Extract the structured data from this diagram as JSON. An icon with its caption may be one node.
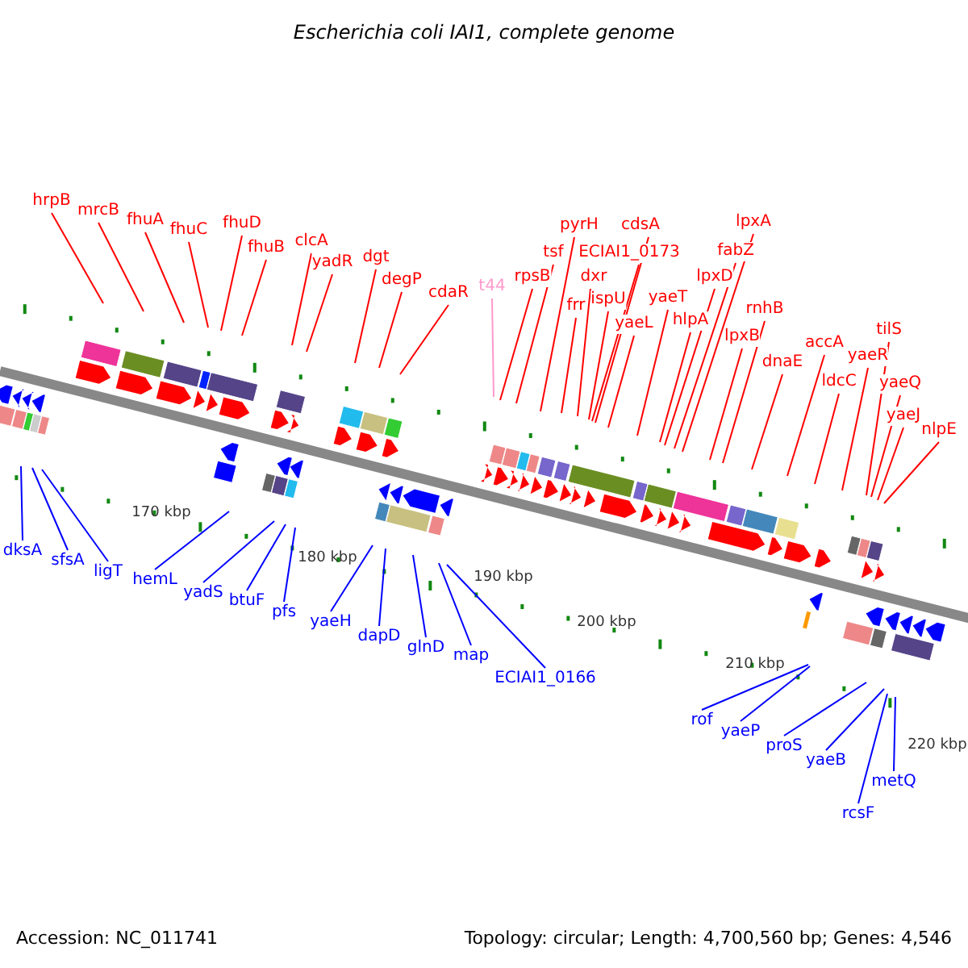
{
  "diagram": {
    "title": "Escherichia coli IAI1, complete genome",
    "nodes": [
      {
        "text": [
          "hrpB"
        ]
      },
      {
        "text": [
          "mrcB"
        ]
      },
      {
        "text": [
          "fhuA"
        ]
      },
      {
        "text": [
          "fhuC"
        ]
      },
      {
        "text": [
          "fhuD"
        ]
      },
      {
        "text": [
          "fhuB"
        ]
      },
      {
        "text": [
          "clcA"
        ]
      },
      {
        "text": [
          "yadR"
        ]
      },
      {
        "text": [
          "dgt"
        ]
      },
      {
        "text": [
          "degP"
        ]
      },
      {
        "text": [
          "cdaR"
        ]
      },
      {
        "text": [
          "t44"
        ]
      },
      {
        "text": [
          "rpsB"
        ]
      },
      {
        "text": [
          "tsf"
        ]
      },
      {
        "text": [
          "pyrH"
        ]
      },
      {
        "text": [
          "frr"
        ]
      },
      {
        "text": [
          "dxr"
        ]
      },
      {
        "text": [
          "ispU"
        ]
      },
      {
        "text": [
          "ECIAI1_0173"
        ]
      },
      {
        "text": [
          "cdsA"
        ]
      },
      {
        "text": [
          "yaeL"
        ]
      },
      {
        "text": [
          "yaeT"
        ]
      },
      {
        "text": [
          "hlpA"
        ]
      },
      {
        "text": [
          "lpxD"
        ]
      },
      {
        "text": [
          "fabZ"
        ]
      },
      {
        "text": [
          "lpxA"
        ]
      },
      {
        "text": [
          "lpxB"
        ]
      },
      {
        "text": [
          "rnhB"
        ]
      },
      {
        "text": [
          "dnaE"
        ]
      },
      {
        "text": [
          "accA"
        ]
      },
      {
        "text": [
          "ldcC"
        ]
      },
      {
        "text": [
          "yaeR"
        ]
      },
      {
        "text": [
          "tilS"
        ]
      },
      {
        "text": [
          "yaeQ"
        ]
      },
      {
        "text": [
          "yaeJ"
        ]
      },
      {
        "text": [
          "nlpE"
        ]
      },
      {
        "text": [
          "dksA"
        ]
      },
      {
        "text": [
          "sfsA"
        ]
      },
      {
        "text": [
          "ligT"
        ]
      },
      {
        "text": [
          "hemL"
        ]
      },
      {
        "text": [
          "yadS"
        ]
      },
      {
        "text": [
          "btuF"
        ]
      },
      {
        "text": [
          "pfs"
        ]
      },
      {
        "text": [
          "yaeH"
        ]
      },
      {
        "text": [
          "dapD"
        ]
      },
      {
        "text": [
          "glnD"
        ]
      },
      {
        "text": [
          "map"
        ]
      },
      {
        "text": [
          "ECIAI1_0166"
        ]
      },
      {
        "text": [
          "rof"
        ]
      },
      {
        "text": [
          "yaeP"
        ]
      },
      {
        "text": [
          "proS"
        ]
      },
      {
        "text": [
          "yaeB"
        ]
      },
      {
        "text": [
          "rcsF"
        ]
      },
      {
        "text": [
          "metQ"
        ]
      }
    ],
    "edges": [
      {
        "from": 0,
        "to": null,
        "arrow": "none"
      },
      {
        "from": 1,
        "to": null,
        "arrow": "none"
      },
      {
        "from": 2,
        "to": null,
        "arrow": "none"
      },
      {
        "from": 3,
        "to": null,
        "arrow": "none"
      },
      {
        "from": 4,
        "to": null,
        "arrow": "none"
      },
      {
        "from": 5,
        "to": null,
        "arrow": "none"
      },
      {
        "from": 6,
        "to": null,
        "arrow": "none"
      },
      {
        "from": 7,
        "to": null,
        "arrow": "none"
      },
      {
        "from": 8,
        "to": null,
        "arrow": "none"
      },
      {
        "from": 9,
        "to": null,
        "arrow": "none"
      },
      {
        "from": 10,
        "to": null,
        "arrow": "none"
      },
      {
        "from": 11,
        "to": null,
        "arrow": "none",
        "color": "#ff99cc"
      },
      {
        "from": 12,
        "to": null,
        "arrow": "none"
      },
      {
        "from": 13,
        "to": null,
        "arrow": "none"
      },
      {
        "from": 14,
        "to": null,
        "arrow": "none"
      },
      {
        "from": 15,
        "to": null,
        "arrow": "none"
      },
      {
        "from": 16,
        "to": null,
        "arrow": "none"
      },
      {
        "from": 17,
        "to": null,
        "arrow": "none"
      },
      {
        "from": 18,
        "to": null,
        "arrow": "none"
      },
      {
        "from": 19,
        "to": null,
        "arrow": "none"
      },
      {
        "from": 20,
        "to": null,
        "arrow": "none"
      },
      {
        "from": 21,
        "to": null,
        "arrow": "none"
      },
      {
        "from": 22,
        "to": null,
        "arrow": "none"
      },
      {
        "from": 23,
        "to": null,
        "arrow": "none"
      },
      {
        "from": 24,
        "to": null,
        "arrow": "none"
      },
      {
        "from": 25,
        "to": null,
        "arrow": "none"
      },
      {
        "from": 26,
        "to": null,
        "arrow": "none"
      },
      {
        "from": 27,
        "to": null,
        "arrow": "none"
      },
      {
        "from": 28,
        "to": null,
        "arrow": "none"
      },
      {
        "from": 29,
        "to": null,
        "arrow": "none"
      },
      {
        "from": 30,
        "to": null,
        "arrow": "none"
      },
      {
        "from": 31,
        "to": null,
        "arrow": "none"
      },
      {
        "from": 32,
        "to": null,
        "arrow": "none"
      },
      {
        "from": 33,
        "to": null,
        "arrow": "none"
      },
      {
        "from": 34,
        "to": null,
        "arrow": "none"
      },
      {
        "from": 35,
        "to": null,
        "arrow": "none"
      },
      {
        "from": 36,
        "to": null,
        "arrow": "none",
        "color": "#0000ff"
      },
      {
        "from": 37,
        "to": null,
        "arrow": "none",
        "color": "#0000ff"
      },
      {
        "from": 38,
        "to": null,
        "arrow": "none",
        "color": "#0000ff"
      },
      {
        "from": 39,
        "to": null,
        "arrow": "none",
        "color": "#0000ff"
      },
      {
        "from": 40,
        "to": null,
        "arrow": "none",
        "color": "#0000ff"
      },
      {
        "from": 41,
        "to": null,
        "arrow": "none",
        "color": "#0000ff"
      },
      {
        "from": 42,
        "to": null,
        "arrow": "none",
        "color": "#0000ff"
      },
      {
        "from": 43,
        "to": null,
        "arrow": "none",
        "color": "#0000ff"
      },
      {
        "from": 44,
        "to": null,
        "arrow": "none",
        "color": "#0000ff"
      },
      {
        "from": 45,
        "to": null,
        "arrow": "none",
        "color": "#0000ff"
      },
      {
        "from": 46,
        "to": null,
        "arrow": "none",
        "color": "#0000ff"
      },
      {
        "from": 47,
        "to": null,
        "arrow": "none",
        "color": "#0000ff"
      },
      {
        "from": 48,
        "to": null,
        "arrow": "none",
        "color": "#0000ff"
      },
      {
        "from": 49,
        "to": null,
        "arrow": "none",
        "color": "#0000ff"
      },
      {
        "from": 50,
        "to": null,
        "arrow": "none",
        "color": "#0000ff"
      },
      {
        "from": 51,
        "to": null,
        "arrow": "none",
        "color": "#0000ff"
      },
      {
        "from": 52,
        "to": null,
        "arrow": "none",
        "color": "#0000ff"
      },
      {
        "from": 53,
        "to": null,
        "arrow": "none",
        "color": "#0000ff"
      }
    ],
    "labels": [
      "170 kbp",
      "180 kbp",
      "190 kbp",
      "200 kbp",
      "210 kbp",
      "220 kbp",
      "Accession: NC_011741",
      "Topology: circular; Length: 4,700,560 bp; Genes: 4,546"
    ]
  }
}
